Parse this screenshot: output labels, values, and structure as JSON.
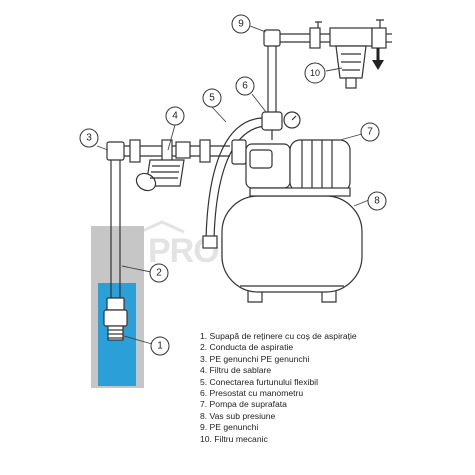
{
  "watermark": {
    "text": "PROBOSHOP"
  },
  "colors": {
    "well_water": "#2a9fd8",
    "well_bg": "#c6c6c6",
    "line": "#333333"
  },
  "callouts": [
    "1",
    "2",
    "3",
    "4",
    "5",
    "6",
    "7",
    "8",
    "9",
    "10"
  ],
  "legend": [
    "1. Supapă de reținere cu coș de aspirație",
    "2. Conducta de aspiratie",
    "3. PE genunchi PE genunchi",
    "4. Filtru de sablare",
    "5. Conectarea furtunului flexibil",
    "6. Presostat cu manometru",
    "7. Pompa de suprafata",
    "8. Vas sub presiune",
    "9. PE genunchi",
    "10. Filtru mecanic"
  ]
}
